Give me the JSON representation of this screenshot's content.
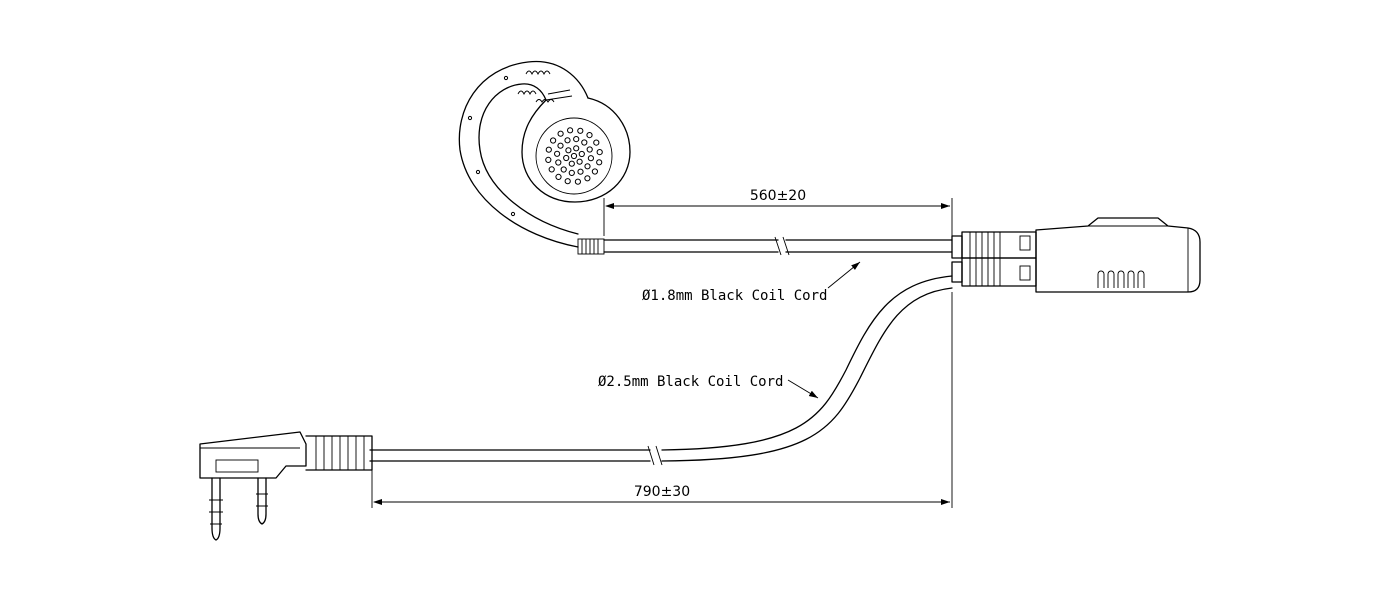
{
  "dimensions": {
    "earpiece_length": "560±20",
    "plug_length": "790±30"
  },
  "labels": {
    "cord_upper": "Ø1.8mm Black Coil Cord",
    "cord_lower": "Ø2.5mm Black Coil Cord"
  },
  "colors": {
    "line": "#000000",
    "background": "#ffffff"
  }
}
